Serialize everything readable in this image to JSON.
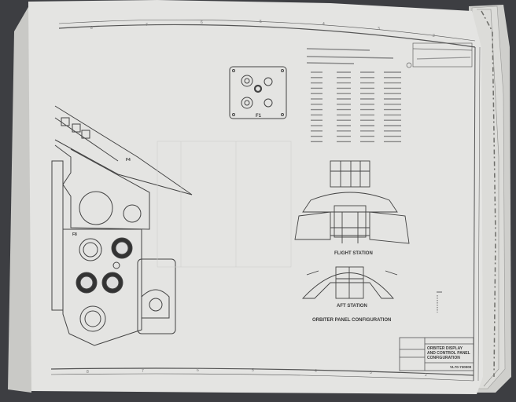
{
  "drawing": {
    "flight_station_label": "FLIGHT STATION",
    "aft_station_label": "AFT STATION",
    "configuration_label": "ORBITER PANEL CONFIGURATION",
    "panel_labels": [
      "F1",
      "F4",
      "F8"
    ],
    "title_block": {
      "title_line_1": "ORBITER DISPLAY",
      "title_line_2": "AND CONTROL PANEL",
      "title_line_3": "CONFIGURATION",
      "drawing_number": "VL70-730000"
    },
    "zone_numbers_top": [
      "8",
      "7",
      "6",
      "5",
      "4",
      "3",
      "2"
    ],
    "zone_numbers_bottom": [
      "8",
      "7",
      "6",
      "5",
      "4",
      "3",
      "2"
    ]
  },
  "colors": {
    "background": "#3d3e42",
    "paper": "#e4e4e2",
    "ink": "#4a4a4a"
  }
}
